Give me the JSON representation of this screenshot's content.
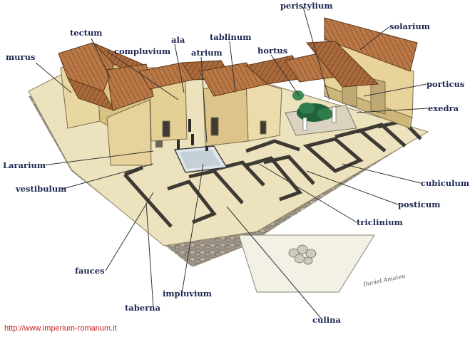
{
  "diagram": {
    "labels": {
      "murus": "murus",
      "tectum": "tectum",
      "compluvium": "compluvium",
      "ala": "ala",
      "atrium": "atrium",
      "tablinum": "tablinum",
      "hortus": "hortus",
      "peristylium": "peristylium",
      "solarium": "solarium",
      "porticus": "porticus",
      "exedra": "exedra",
      "lararium": "Lararium",
      "vestibulum": "vestibulum",
      "cubiculum": "cubiculum",
      "posticum": "posticum",
      "triclinium": "triclinium",
      "fauces": "fauces",
      "impluvium": "impluvium",
      "taberna": "taberna",
      "culina": "culina"
    },
    "source_url": "http://www.imperium-romanum.it",
    "signature": "Daniel Amateu"
  }
}
